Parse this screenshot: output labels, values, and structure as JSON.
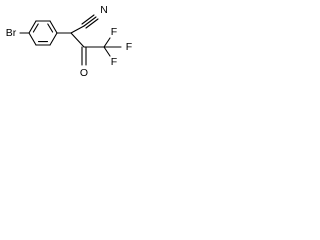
{
  "structure": {
    "atoms": {
      "bromine": "Br",
      "nitrile_nitrogen": "N",
      "ketone_oxygen": "O",
      "fluorine_top": "F",
      "fluorine_right": "F",
      "fluorine_bottom": "F"
    }
  }
}
